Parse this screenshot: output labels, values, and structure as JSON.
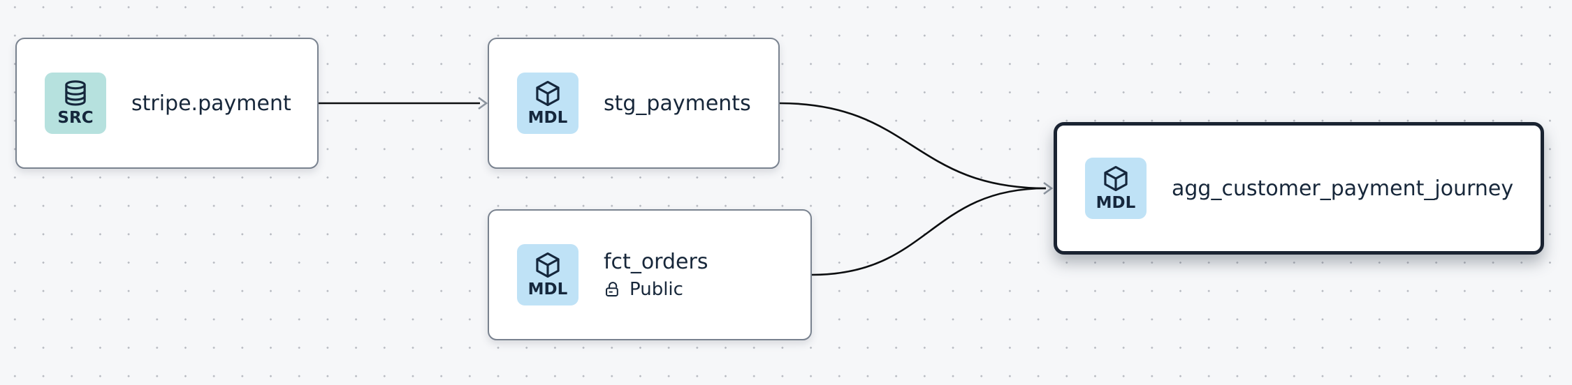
{
  "diagram": {
    "kind": "data-lineage-graph",
    "background_color": "#f6f7f9",
    "dot_color": "#b7bac1",
    "edge_color": "#0c0e10",
    "arrowhead_color": "#8f97a1",
    "selected_border_color": "#1a2331",
    "node_border_color": "#79828f"
  },
  "badge_colors": {
    "SRC": "#b6e1de",
    "MDL": "#bfe2f6"
  },
  "nodes": [
    {
      "id": "stripe.payment",
      "label": "stripe.payment",
      "badge": "SRC",
      "icon": "database",
      "selected": false
    },
    {
      "id": "stg_payments",
      "label": "stg_payments",
      "badge": "MDL",
      "icon": "cube",
      "selected": false
    },
    {
      "id": "fct_orders",
      "label": "fct_orders",
      "badge": "MDL",
      "icon": "cube",
      "access": "Public",
      "selected": false
    },
    {
      "id": "agg_customer_payment_journey",
      "label": "agg_customer_payment_journey",
      "badge": "MDL",
      "icon": "cube",
      "selected": true
    }
  ],
  "edges": [
    {
      "source": "stripe.payment",
      "target": "stg_payments"
    },
    {
      "source": "stg_payments",
      "target": "agg_customer_payment_journey"
    },
    {
      "source": "fct_orders",
      "target": "agg_customer_payment_journey"
    }
  ]
}
